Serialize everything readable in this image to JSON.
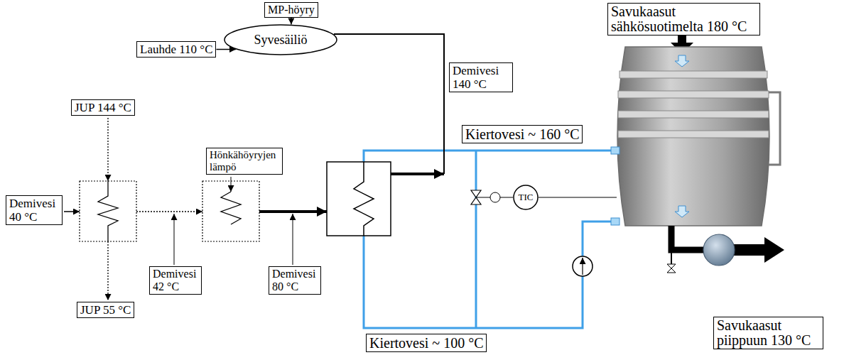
{
  "diagram": {
    "nodes": [
      {
        "text": [
          "MP-höyry"
        ]
      },
      {
        "text": [
          "Syvesäiliö"
        ]
      },
      {
        "text": [
          "Lauhde 110 °C"
        ]
      },
      {
        "text": [
          "Savukaasut sähkösuotimelta 180 °C"
        ]
      },
      {
        "text": [
          "Demivesi 140 °C"
        ]
      },
      {
        "text": [
          "JUP 144 °C"
        ]
      },
      {
        "text": [
          "Kiertovesi ~ 160 °C"
        ]
      },
      {
        "text": [
          "Hönkähöyryjen lämpö"
        ]
      },
      {
        "text": [
          "Demivesi 40 °C"
        ]
      },
      {
        "text": [
          "TIC"
        ]
      },
      {
        "text": [
          "Demivesi 42 °C"
        ]
      },
      {
        "text": [
          "Demivesi 80 °C"
        ]
      },
      {
        "text": [
          "JUP 55 °C"
        ]
      },
      {
        "text": [
          "Kiertovesi ~ 100 °C"
        ]
      },
      {
        "text": [
          "Savukaasut piippuun 130 °C"
        ]
      }
    ],
    "edges": [
      {
        "from": 0,
        "to": 1,
        "arrow": "to"
      },
      {
        "from": 2,
        "to": 1,
        "arrow": "to"
      }
    ]
  }
}
